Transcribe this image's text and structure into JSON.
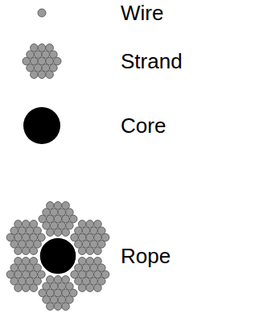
{
  "diagram": {
    "legend": [
      {
        "text": "Wire"
      },
      {
        "text": "Strand"
      },
      {
        "text": "Core"
      },
      {
        "text": "Rope"
      }
    ]
  }
}
